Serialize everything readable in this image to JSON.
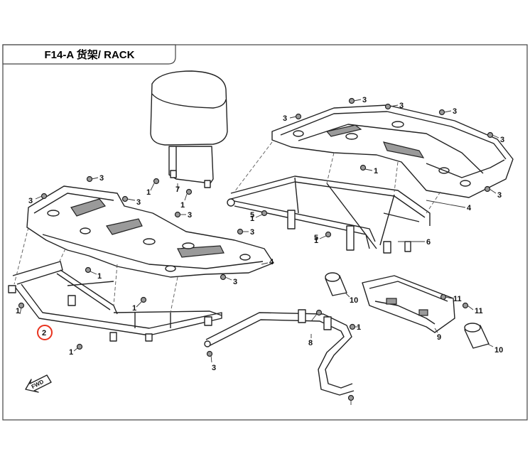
{
  "title": "F14-A  货架/ RACK",
  "fwd_label": "FWD",
  "highlight_color": "#e8331f",
  "callouts": [
    {
      "id": "c2-highlight",
      "label": "2"
    },
    {
      "id": "c1-a",
      "label": "1"
    },
    {
      "id": "c1-b",
      "label": "1"
    },
    {
      "id": "c1-c",
      "label": "1"
    },
    {
      "id": "c1-d",
      "label": "1"
    },
    {
      "id": "c1-e",
      "label": "1"
    },
    {
      "id": "c1-f",
      "label": "1"
    },
    {
      "id": "c1-g",
      "label": "1"
    },
    {
      "id": "c1-h",
      "label": "1"
    },
    {
      "id": "c1-i",
      "label": "1"
    },
    {
      "id": "c1-j",
      "label": "1"
    },
    {
      "id": "c3-a",
      "label": "3"
    },
    {
      "id": "c3-b",
      "label": "3"
    },
    {
      "id": "c3-c",
      "label": "3"
    },
    {
      "id": "c3-d",
      "label": "3"
    },
    {
      "id": "c3-e",
      "label": "3"
    },
    {
      "id": "c3-f",
      "label": "3"
    },
    {
      "id": "c3-g",
      "label": "3"
    },
    {
      "id": "c3-h",
      "label": "3"
    },
    {
      "id": "c3-i",
      "label": "3"
    },
    {
      "id": "c3-j",
      "label": "3"
    },
    {
      "id": "c3-k",
      "label": "3"
    },
    {
      "id": "c3-l",
      "label": "3"
    },
    {
      "id": "c3-m",
      "label": "3"
    },
    {
      "id": "c4-a",
      "label": "4"
    },
    {
      "id": "c4-b",
      "label": "4"
    },
    {
      "id": "c5-a",
      "label": "5"
    },
    {
      "id": "c5-b",
      "label": "5"
    },
    {
      "id": "c6",
      "label": "6"
    },
    {
      "id": "c7",
      "label": "7"
    },
    {
      "id": "c8",
      "label": "8"
    },
    {
      "id": "c9",
      "label": "9"
    },
    {
      "id": "c10-a",
      "label": "10"
    },
    {
      "id": "c10-b",
      "label": "10"
    },
    {
      "id": "c11-a",
      "label": "11"
    },
    {
      "id": "c11-b",
      "label": "11"
    }
  ]
}
